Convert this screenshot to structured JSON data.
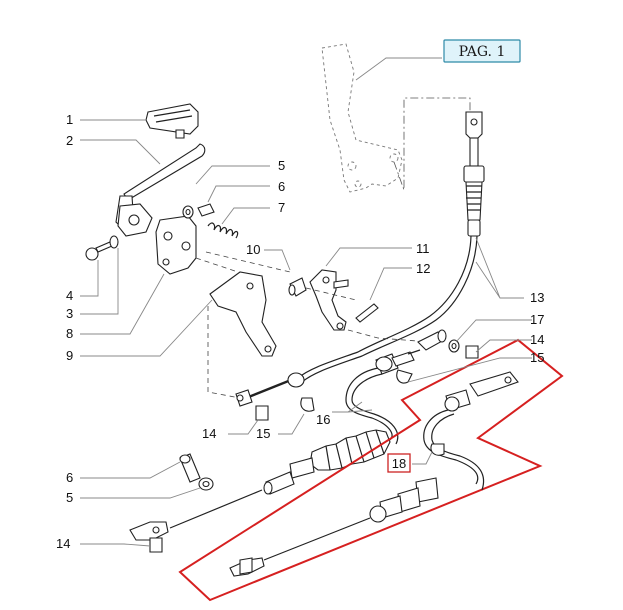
{
  "page_ref": "PAG. 1",
  "callouts": {
    "c1": "1",
    "c2": "2",
    "c3": "3",
    "c4": "4",
    "c5a": "5",
    "c5b": "5",
    "c6a": "6",
    "c6b": "6",
    "c7": "7",
    "c8": "8",
    "c9": "9",
    "c10": "10",
    "c11": "11",
    "c12": "12",
    "c13": "13",
    "c14a": "14",
    "c14b": "14",
    "c14c": "14",
    "c15a": "15",
    "c15b": "15",
    "c16": "16",
    "c17": "17",
    "c18": "18"
  },
  "colors": {
    "highlight": "#d62020",
    "page_box": "#dff3fa",
    "page_border": "#2e8aa8"
  }
}
